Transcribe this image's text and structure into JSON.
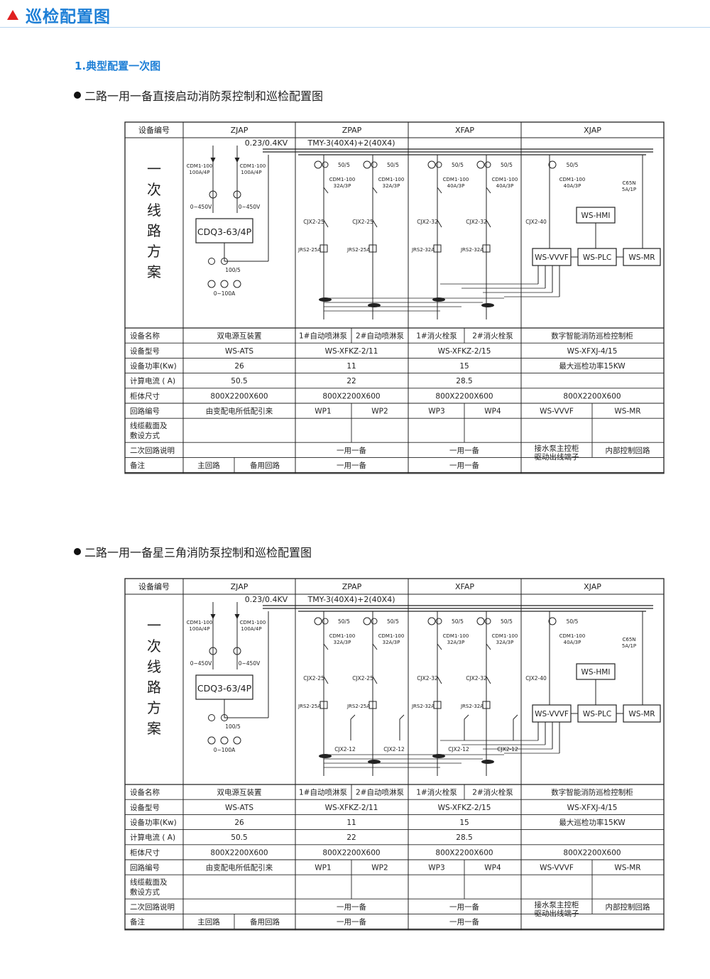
{
  "page": {
    "header_title": "巡检配置图",
    "section_title": "1.典型配置一次图",
    "accent_color": "#1e7fd6",
    "header_icon_color": "#e02020"
  },
  "diagrams": [
    {
      "subtitle": "二路一用一备直接启动消防泵控制和巡检配置图",
      "header_cols": [
        "设备编号",
        "ZJAP",
        "ZPAP",
        "XFAP",
        "XJAP"
      ],
      "vertical_label": [
        "一",
        "次",
        "线",
        "路",
        "方",
        "案"
      ],
      "bus": {
        "voltage": "0.23/0.4KV",
        "busbar": "TMY-3(40X4)+2(40X4)"
      },
      "zjap": {
        "breaker": "CDM1-100",
        "breaker_rating": "100A/4P",
        "volt_range": "0~450V",
        "ats": "CDQ3-63/4P",
        "ct": "100/5",
        "amp_range": "0~100A"
      },
      "pumps": [
        {
          "ct": "50/5",
          "breaker": "CDM1-100",
          "rating": "32A/3P",
          "contactor": "CJX2-25",
          "relay": "JRS2-25A"
        },
        {
          "ct": "50/5",
          "breaker": "CDM1-100",
          "rating": "32A/3P",
          "contactor": "CJX2-25",
          "relay": "JRS2-25A"
        },
        {
          "ct": "50/5",
          "breaker": "CDM1-100",
          "rating": "40A/3P",
          "contactor": "CJX2-32",
          "relay": "JRS2-32A"
        },
        {
          "ct": "50/5",
          "breaker": "CDM1-100",
          "rating": "40A/3P",
          "contactor": "CJX2-32",
          "relay": "JRS2-32A"
        }
      ],
      "xjap": {
        "ct": "50/5",
        "breaker": "CDM1-100",
        "rating": "40A/3P",
        "contactor": "CJX2-40",
        "mcb": "C65N",
        "mcb_rating": "5A/1P",
        "hmi": "WS-HMI",
        "vvvf": "WS-VVVF",
        "plc": "WS-PLC",
        "mr": "WS-MR"
      },
      "rows": [
        {
          "label": "设备名称",
          "cells": [
            "双电源互装置",
            "1#自动喷淋泵",
            "2#自动喷淋泵",
            "1#消火栓泵",
            "2#消火栓泵",
            "数字智能消防巡检控制柜"
          ]
        },
        {
          "label": "设备型号",
          "cells": [
            "WS-ATS",
            "WS-XFKZ-2/11",
            "WS-XFKZ-2/15",
            "WS-XFXJ-4/15"
          ]
        },
        {
          "label": "设备功率(Kw)",
          "cells": [
            "26",
            "11",
            "15",
            "最大巡检功率15KW"
          ]
        },
        {
          "label": "计算电流 ( A)",
          "cells": [
            "50.5",
            "22",
            "28.5",
            ""
          ]
        },
        {
          "label": "柜体尺寸",
          "cells": [
            "800X2200X600",
            "800X2200X600",
            "800X2200X600",
            "800X2200X600"
          ]
        },
        {
          "label": "回路编号",
          "cells": [
            "由变配电所低配引来",
            "WP1",
            "WP2",
            "WP3",
            "WP4",
            "WS-VVVF",
            "WS-MR"
          ]
        },
        {
          "label": "线缆截面及敷设方式",
          "cells": []
        },
        {
          "label": "二次回路说明",
          "cells": [
            "一用一备",
            "一用一备",
            "接水泵主控柜驱动出线端子",
            "内部控制回路"
          ]
        },
        {
          "label": "备注",
          "cells": [
            "主回路",
            "备用回路",
            "一用一备",
            "一用一备"
          ]
        }
      ]
    },
    {
      "subtitle": "二路一用一备星三角消防泵控制和巡检配置图",
      "header_cols": [
        "设备编号",
        "ZJAP",
        "ZPAP",
        "XFAP",
        "XJAP"
      ],
      "vertical_label": [
        "一",
        "次",
        "线",
        "路",
        "方",
        "案"
      ],
      "bus": {
        "voltage": "0.23/0.4KV",
        "busbar": "TMY-3(40X4)+2(40X4)"
      },
      "zjap": {
        "breaker": "CDM1-100",
        "breaker_rating": "100A/4P",
        "volt_range": "0~450V",
        "ats": "CDQ3-63/4P",
        "ct": "100/5",
        "amp_range": "0~100A"
      },
      "pumps": [
        {
          "ct": "50/5",
          "breaker": "CDM1-100",
          "rating": "32A/3P",
          "contactor": "CJX2-25",
          "relay": "JRS2-25A",
          "star": "CJX2-12"
        },
        {
          "ct": "50/5",
          "breaker": "CDM1-100",
          "rating": "32A/3P",
          "contactor": "CJX2-25",
          "relay": "JRS2-25A",
          "star": "CJX2-12"
        },
        {
          "ct": "50/5",
          "breaker": "CDM1-100",
          "rating": "32A/3P",
          "contactor": "CJX2-32",
          "relay": "JRS2-32A",
          "star": "CJX2-12"
        },
        {
          "ct": "50/5",
          "breaker": "CDM1-100",
          "rating": "32A/3P",
          "contactor": "CJX2-32",
          "relay": "JRS2-32A",
          "star": "CJX2-12"
        }
      ],
      "xjap": {
        "ct": "50/5",
        "breaker": "CDM1-100",
        "rating": "40A/3P",
        "contactor": "CJX2-40",
        "mcb": "C65N",
        "mcb_rating": "5A/1P",
        "hmi": "WS-HMI",
        "vvvf": "WS-VVVF",
        "plc": "WS-PLC",
        "mr": "WS-MR"
      },
      "rows": [
        {
          "label": "设备名称",
          "cells": [
            "双电源互装置",
            "1#自动喷淋泵",
            "2#自动喷淋泵",
            "1#消火栓泵",
            "2#消火栓泵",
            "数字智能消防巡检控制柜"
          ]
        },
        {
          "label": "设备型号",
          "cells": [
            "WS-ATS",
            "WS-XFKZ-2/11",
            "WS-XFKZ-2/15",
            "WS-XFXJ-4/15"
          ]
        },
        {
          "label": "设备功率(Kw)",
          "cells": [
            "26",
            "11",
            "15",
            "最大巡检功率15KW"
          ]
        },
        {
          "label": "计算电流 ( A)",
          "cells": [
            "50.5",
            "22",
            "28.5",
            ""
          ]
        },
        {
          "label": "柜体尺寸",
          "cells": [
            "800X2200X600",
            "800X2200X600",
            "800X2200X600",
            "800X2200X600"
          ]
        },
        {
          "label": "回路编号",
          "cells": [
            "由变配电所低配引来",
            "WP1",
            "WP2",
            "WP3",
            "WP4",
            "WS-VVVF",
            "WS-MR"
          ]
        },
        {
          "label": "线缆截面及敷设方式",
          "cells": []
        },
        {
          "label": "二次回路说明",
          "cells": [
            "一用一备",
            "一用一备",
            "接水泵主控柜驱动出线端子",
            "内部控制回路"
          ]
        },
        {
          "label": "备注",
          "cells": [
            "主回路",
            "备用回路",
            "一用一备",
            "一用一备"
          ]
        }
      ]
    }
  ]
}
